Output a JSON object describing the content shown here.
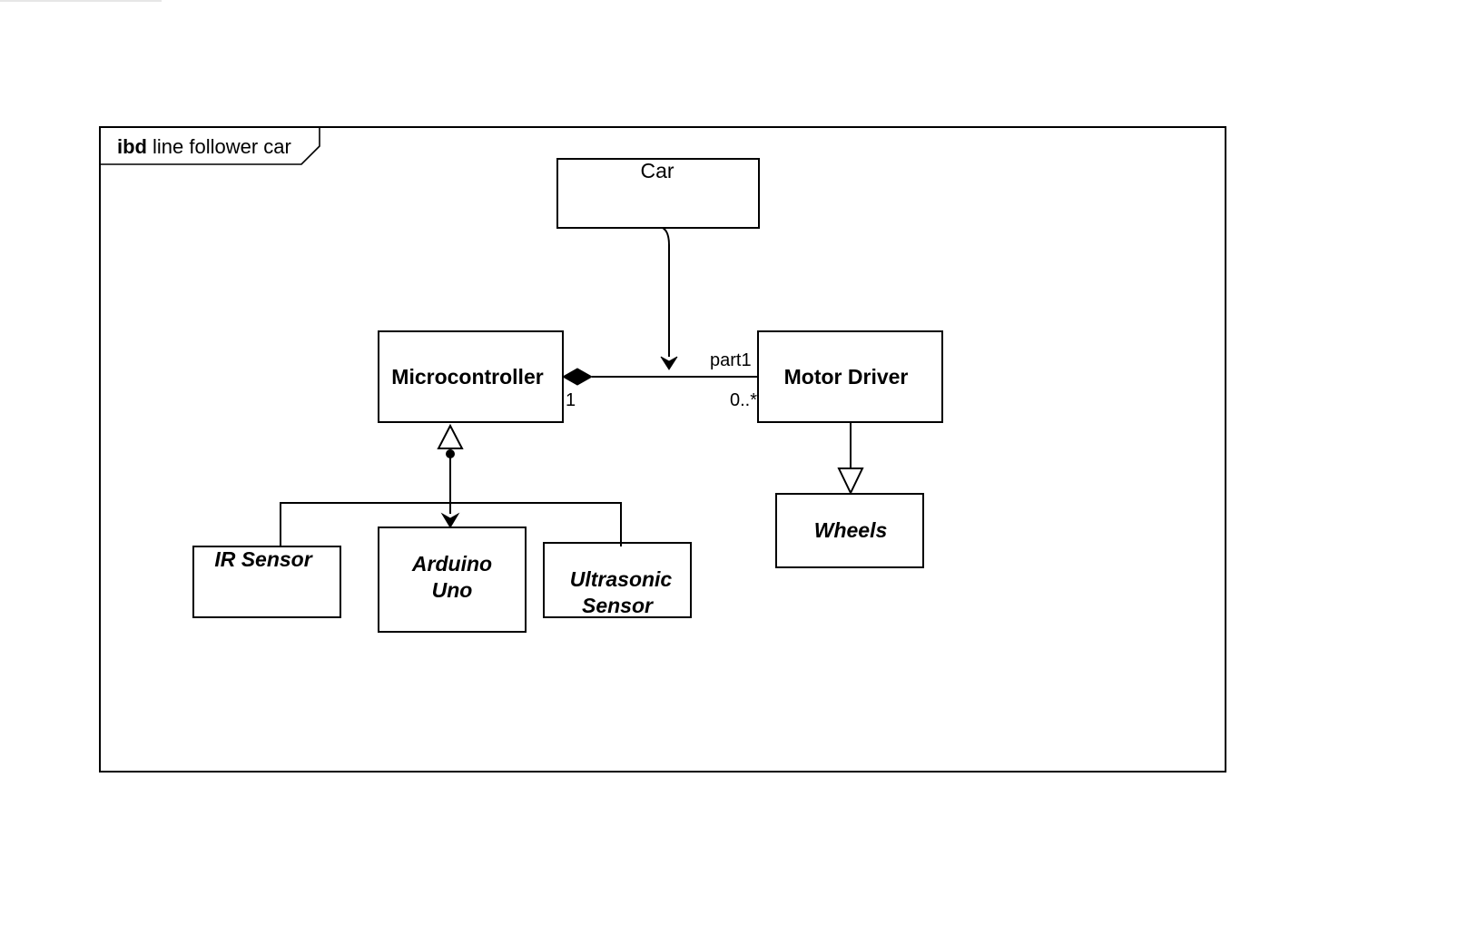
{
  "frame": {
    "keyword": "ibd",
    "name": "line follower car"
  },
  "blocks": {
    "car": "Car",
    "microcontroller": "Microcontroller",
    "motor_driver": "Motor Driver",
    "wheels": "Wheels",
    "ir_sensor": "IR Sensor",
    "arduino_line1": "Arduino",
    "arduino_line2": "Uno",
    "ultrasonic_line1": "Ultrasonic",
    "ultrasonic_line2": "Sensor"
  },
  "association": {
    "role": "part1",
    "source_multiplicity": "1",
    "target_multiplicity": "0..*"
  }
}
